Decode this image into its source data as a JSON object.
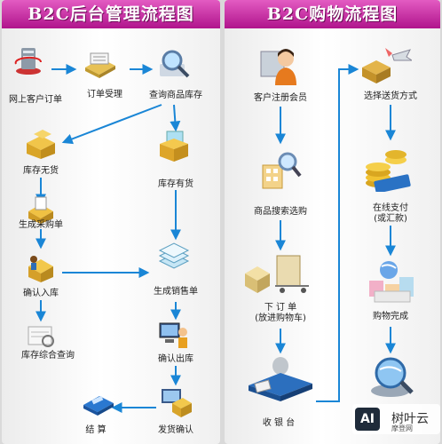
{
  "left_title": "B2C后台管理流程图",
  "right_title": "B2C购物流程图",
  "left_nodes": {
    "online_order": "网上客户订单",
    "order_accept": "订单受理",
    "query_stock": "查询商品库存",
    "out_of_stock": "库存无货",
    "in_stock": "库存有货",
    "purchase_order": "生成采购单",
    "confirm_inbound": "确认入库",
    "sales_order": "生成销售单",
    "stock_query": "库存综合查询",
    "confirm_outbound": "确认出库",
    "settle": "结  算",
    "ship_confirm": "发货确认"
  },
  "right_nodes": {
    "register": "客户注册会员",
    "search": "商品搜索选购",
    "place_order": "下  订  单",
    "place_order_note": "(放进购物车)",
    "cashier": "收  银  台",
    "shipping": "选择送货方式",
    "pay_online": "在线支付",
    "pay_online_note": "(或汇款)",
    "complete": "购物完成"
  },
  "watermark": {
    "badge": "AI",
    "name": "树叶云",
    "sub": "摩登网"
  },
  "colors": {
    "title_top": "#e35bc2",
    "title_bottom": "#b0148c",
    "arrow": "#1a86d6"
  }
}
